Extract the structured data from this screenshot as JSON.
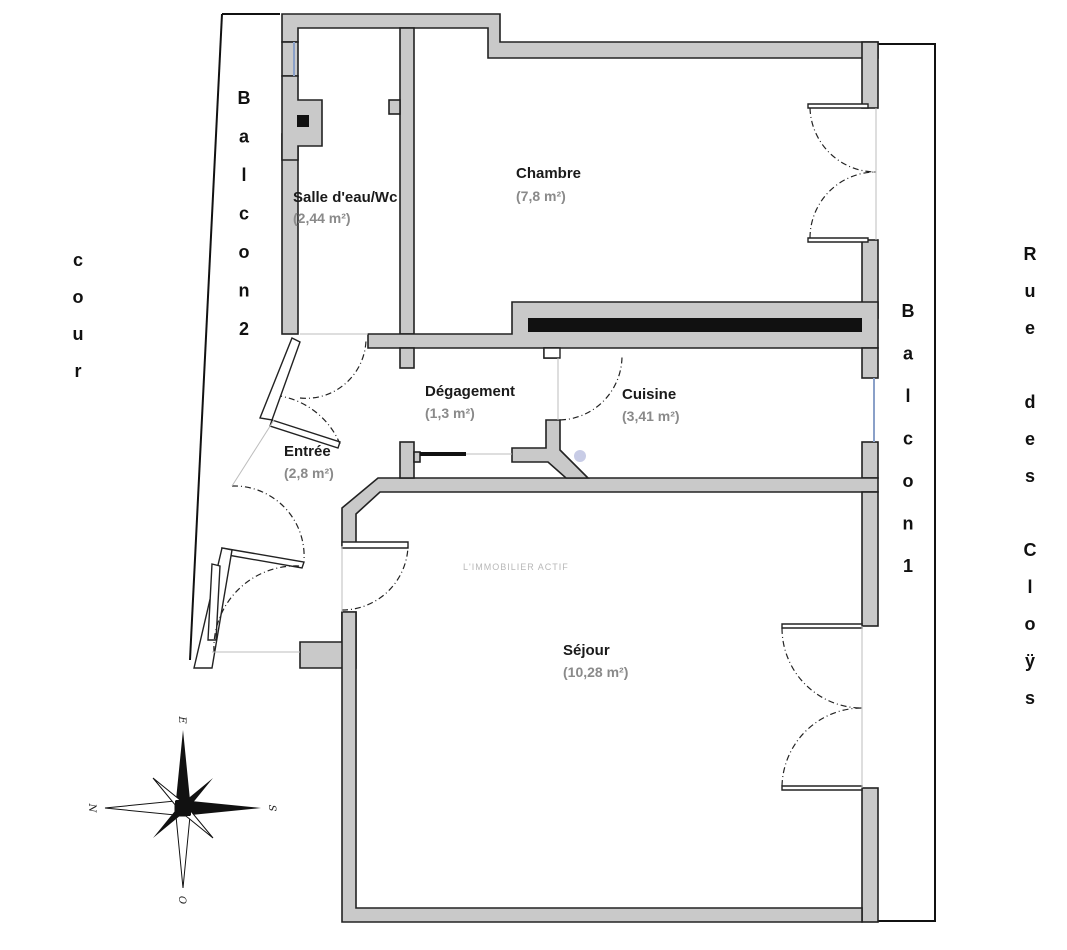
{
  "rooms": {
    "salle_eau": {
      "name": "Salle d'eau/Wc",
      "area": "(2,44 m²)"
    },
    "chambre": {
      "name": "Chambre",
      "area": "(7,8 m²)"
    },
    "degagement": {
      "name": "Dégagement",
      "area": "(1,3 m²)"
    },
    "cuisine": {
      "name": "Cuisine",
      "area": "(3,41 m²)"
    },
    "entree": {
      "name": "Entrée",
      "area": "(2,8 m²)"
    },
    "sejour": {
      "name": "Séjour",
      "area": "(10,28 m²)"
    }
  },
  "labels": {
    "cour": [
      "c",
      "o",
      "u",
      "r"
    ],
    "balcon2": [
      "B",
      "a",
      "l",
      "c",
      "o",
      "n",
      "2"
    ],
    "balcon1": [
      "B",
      "a",
      "l",
      "c",
      "o",
      "n",
      "1"
    ],
    "rue": [
      "R",
      "u",
      "e",
      "",
      "d",
      "e",
      "s",
      "",
      "C",
      "l",
      "o",
      "ÿ",
      "s"
    ]
  },
  "watermark": "L'IMMOBILIER ACTIF",
  "compass": {
    "north": "N",
    "south": "S",
    "east": "E",
    "west": "O"
  },
  "colors": {
    "wall_fill": "#c9c9c9",
    "wall_stroke": "#222222",
    "area_text": "#8a8a8a"
  }
}
